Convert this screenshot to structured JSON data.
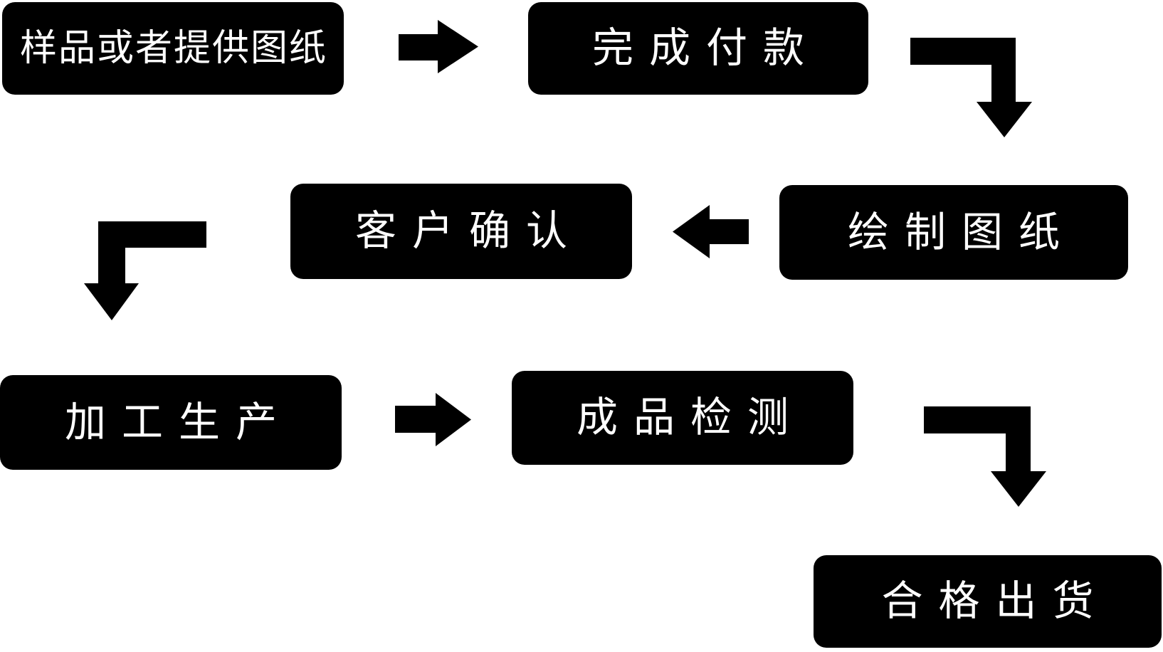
{
  "diagram": {
    "title": "production-process-flowchart",
    "background": "#ffffff"
  },
  "colors": {
    "box_bg": "#000000",
    "box_text": "#ffffff",
    "arrow": "#000000",
    "bg": "#ffffff"
  },
  "nodes": [
    {
      "id": "sample",
      "label": "样品或者提供图纸"
    },
    {
      "id": "payment",
      "label": "完成付款"
    },
    {
      "id": "customer-confirm",
      "label": "客户确认"
    },
    {
      "id": "draw-drawings",
      "label": "绘制图纸"
    },
    {
      "id": "production",
      "label": "加工生产"
    },
    {
      "id": "inspection",
      "label": "成品检测"
    },
    {
      "id": "shipment",
      "label": "合格出货"
    }
  ],
  "edges": [
    {
      "from": "sample",
      "to": "payment",
      "shape": "straight",
      "direction": "right"
    },
    {
      "from": "payment",
      "to": "draw-drawings",
      "shape": "elbow",
      "direction": "right-then-down"
    },
    {
      "from": "draw-drawings",
      "to": "customer-confirm",
      "shape": "straight",
      "direction": "left"
    },
    {
      "from": "customer-confirm",
      "to": "production",
      "shape": "elbow",
      "direction": "left-then-down"
    },
    {
      "from": "production",
      "to": "inspection",
      "shape": "straight",
      "direction": "right"
    },
    {
      "from": "inspection",
      "to": "shipment",
      "shape": "elbow",
      "direction": "right-then-down"
    }
  ]
}
